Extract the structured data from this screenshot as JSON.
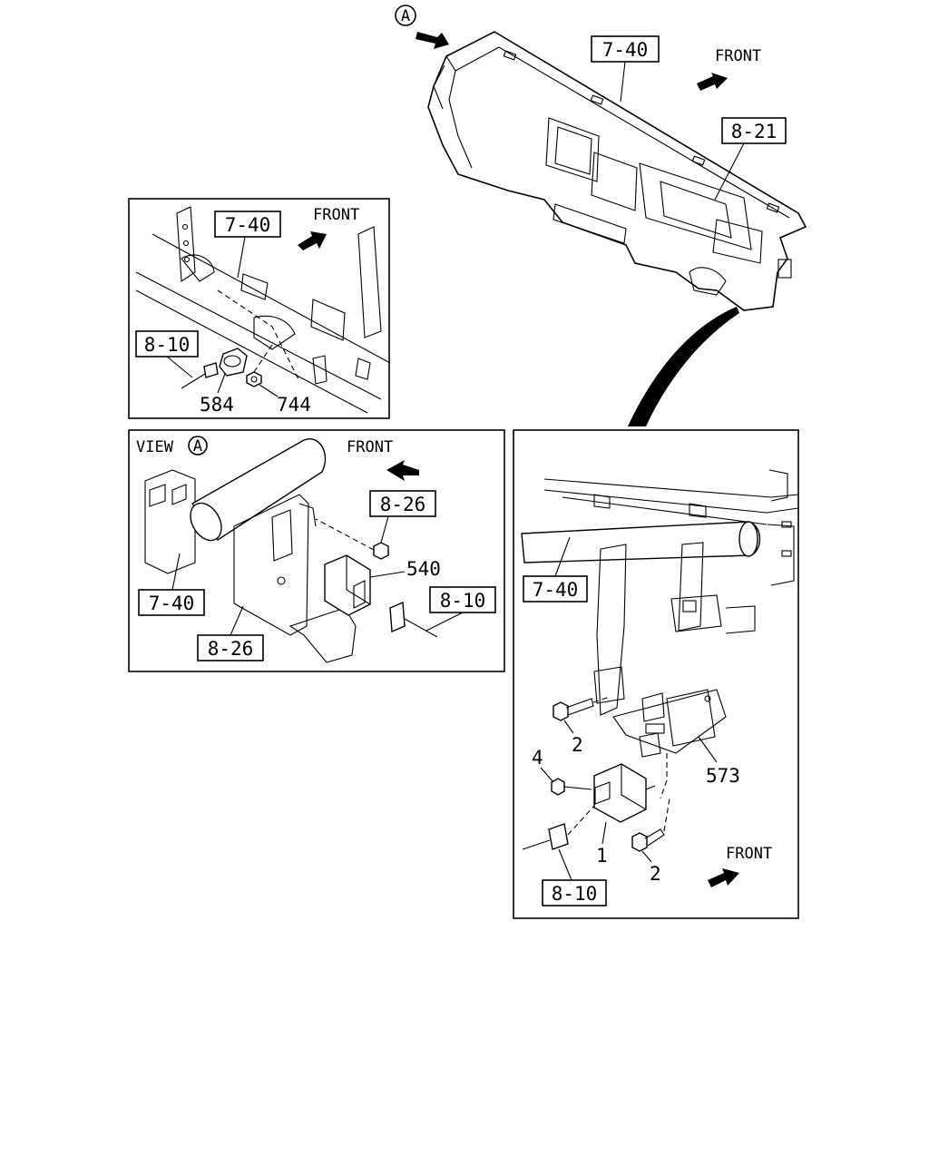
{
  "colors": {
    "line": "#000000",
    "background": "#ffffff"
  },
  "icons": {
    "front_arrow": "front-arrow-icon",
    "view_marker": "circle-letter-icon"
  },
  "top_view": {
    "view_marker": "A",
    "front_label": "FRONT",
    "ref_instrument_panel": "7-40",
    "ref_meter": "8-21"
  },
  "panel_a": {
    "front_label": "FRONT",
    "ref_panel": "7-40",
    "ref_harness": "8-10",
    "part_584": "584",
    "part_744": "744"
  },
  "panel_b": {
    "view_label": "VIEW",
    "view_marker": "A",
    "front_label": "FRONT",
    "ref_bracket_top": "8-26",
    "ref_bracket_bottom": "8-26",
    "ref_panel": "7-40",
    "ref_harness": "8-10",
    "part_540": "540"
  },
  "panel_c": {
    "front_label": "FRONT",
    "ref_panel": "7-40",
    "ref_harness": "8-10",
    "part_1": "1",
    "part_2_upper": "2",
    "part_2_lower": "2",
    "part_4": "4",
    "part_573": "573"
  }
}
